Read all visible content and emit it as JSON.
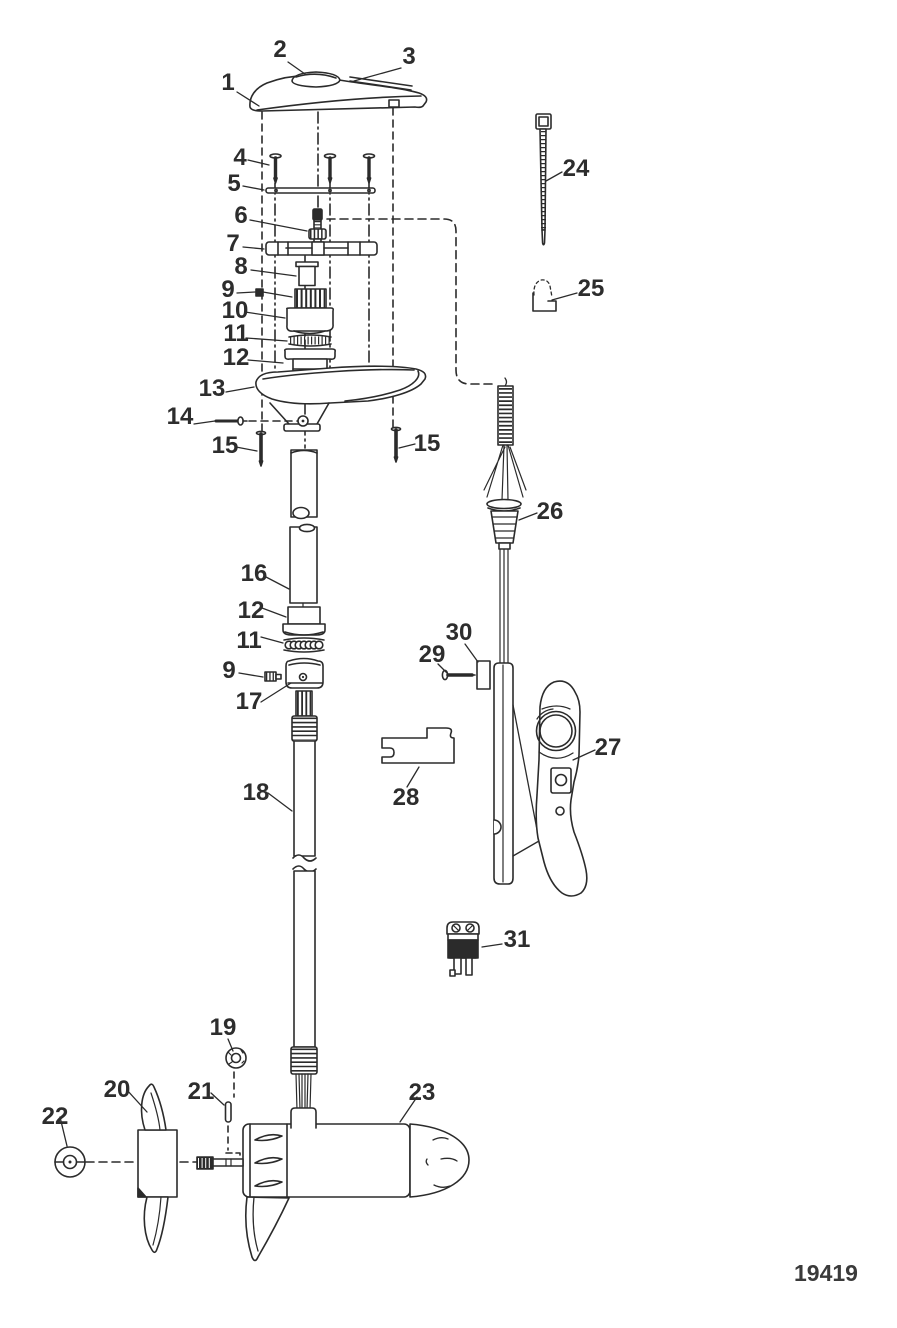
{
  "diagram": {
    "drawing_number": "19419",
    "line_color": "#2b2b2b",
    "background_color": "#ffffff",
    "callouts": [
      {
        "part": "1",
        "text": "1"
      },
      {
        "part": "2",
        "text": "2"
      },
      {
        "part": "3",
        "text": "3"
      },
      {
        "part": "4",
        "text": "4"
      },
      {
        "part": "5",
        "text": "5"
      },
      {
        "part": "6",
        "text": "6"
      },
      {
        "part": "7",
        "text": "7"
      },
      {
        "part": "8",
        "text": "8"
      },
      {
        "part": "9",
        "text": "9"
      },
      {
        "part": "10",
        "text": "10"
      },
      {
        "part": "11",
        "text": "11"
      },
      {
        "part": "12",
        "text": "12"
      },
      {
        "part": "13",
        "text": "13"
      },
      {
        "part": "14",
        "text": "14"
      },
      {
        "part": "15-left",
        "text": "15"
      },
      {
        "part": "15-right",
        "text": "15"
      },
      {
        "part": "16",
        "text": "16"
      },
      {
        "part": "12-lower",
        "text": "12"
      },
      {
        "part": "11-lower",
        "text": "11"
      },
      {
        "part": "9-lower",
        "text": "9"
      },
      {
        "part": "17",
        "text": "17"
      },
      {
        "part": "18",
        "text": "18"
      },
      {
        "part": "19",
        "text": "19"
      },
      {
        "part": "20",
        "text": "20"
      },
      {
        "part": "21",
        "text": "21"
      },
      {
        "part": "22",
        "text": "22"
      },
      {
        "part": "23",
        "text": "23"
      },
      {
        "part": "24",
        "text": "24"
      },
      {
        "part": "25",
        "text": "25"
      },
      {
        "part": "26",
        "text": "26"
      },
      {
        "part": "27",
        "text": "27"
      },
      {
        "part": "28",
        "text": "28"
      },
      {
        "part": "29",
        "text": "29"
      },
      {
        "part": "30",
        "text": "30"
      },
      {
        "part": "31",
        "text": "31"
      }
    ]
  }
}
